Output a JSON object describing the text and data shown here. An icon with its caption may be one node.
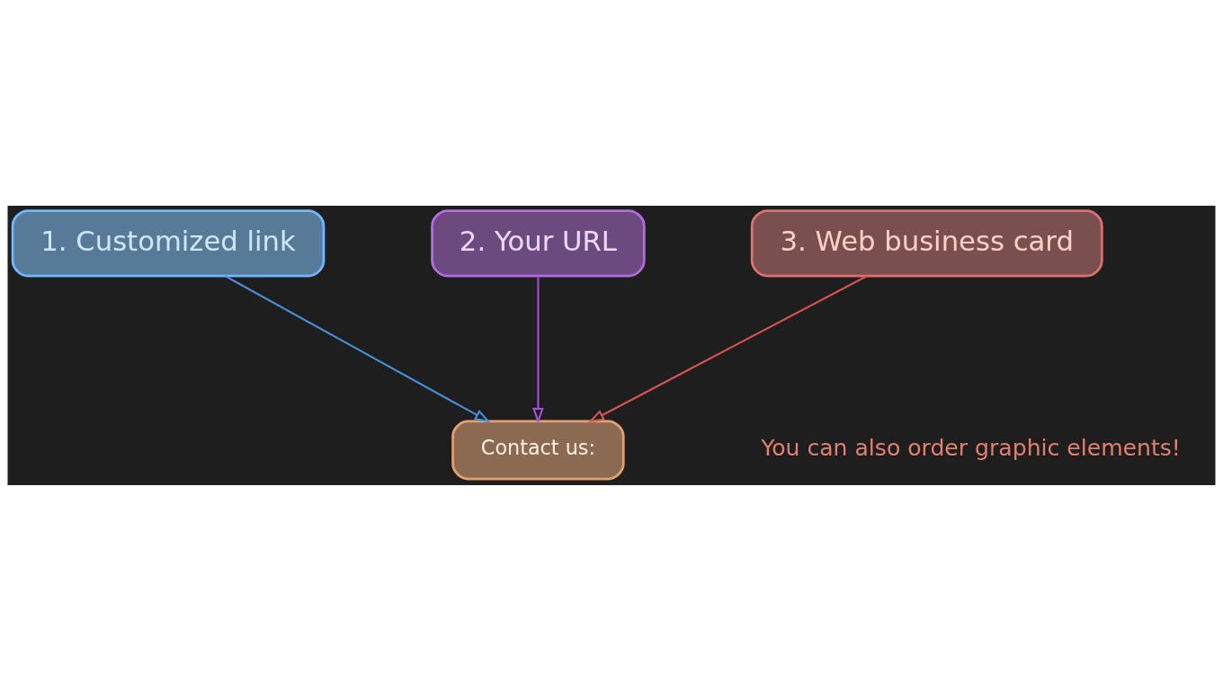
{
  "diagram": {
    "nodes": [
      {
        "text": [
          "1. Customized link"
        ]
      },
      {
        "text": [
          "2. Your URL"
        ]
      },
      {
        "text": [
          "3. Web business card"
        ]
      },
      {
        "text": [
          "Contact us:"
        ]
      }
    ],
    "edges": [
      {
        "from": 0,
        "to": 3,
        "arrow": "to",
        "color": "#4a90d9"
      },
      {
        "from": 1,
        "to": 3,
        "arrow": "to",
        "color": "#a64fd6"
      },
      {
        "from": 2,
        "to": 3,
        "arrow": "to",
        "color": "#d9534f"
      }
    ],
    "labels": [
      "You can also order graphic elements!"
    ]
  }
}
